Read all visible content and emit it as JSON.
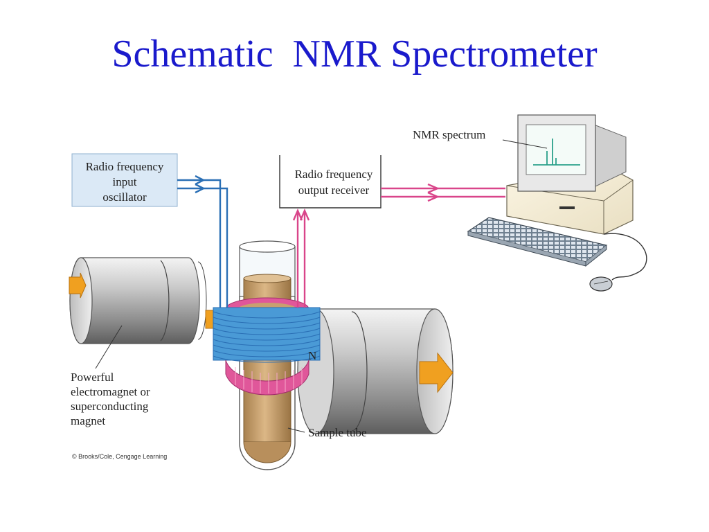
{
  "title": "Schematic  NMR Spectrometer",
  "labels": {
    "osc_line1": "Radio frequency",
    "osc_line2": "input",
    "osc_line3": "oscillator",
    "recv_line1": "Radio frequency",
    "recv_line2": "output receiver",
    "spectrum": "NMR spectrum",
    "magnet_line1": "Powerful",
    "magnet_line2": "electromagnet or",
    "magnet_line3": "superconducting",
    "magnet_line4": "magnet",
    "pole_n": "N",
    "sample_tube": "Sample tube",
    "credit": "© Brooks/Cole, Cengage Learning"
  },
  "colors": {
    "title": "#1a1acc",
    "input_signal": "#2a6fb5",
    "output_signal": "#d9458a",
    "coil_blue": "#4a9ad6",
    "coil_pink": "#e0579a",
    "arrow": "#f0a020",
    "oscillator_box": "#dbe9f6",
    "sample": "#c8a070"
  },
  "icons": [
    "computer-monitor-icon",
    "computer-keyboard-icon",
    "computer-mouse-icon",
    "magnet-icon",
    "sample-tube-icon",
    "rf-coil-icon"
  ]
}
